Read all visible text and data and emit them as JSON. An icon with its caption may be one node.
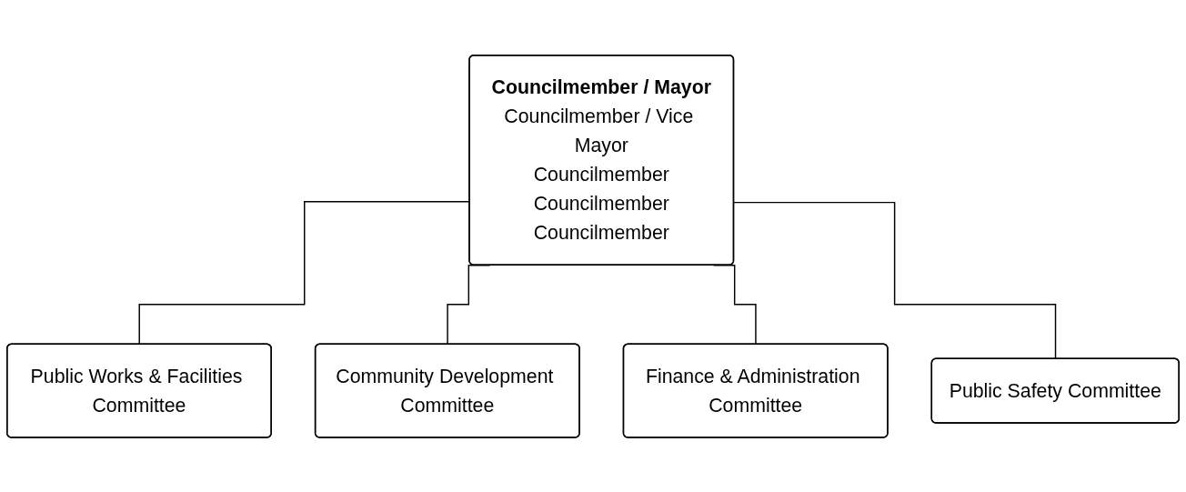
{
  "diagram": {
    "nodes": [
      {
        "text": [
          "Councilmember / Mayor",
          "Councilmember / Vice Mayor",
          "Councilmember",
          "Councilmember",
          "Councilmember"
        ]
      },
      {
        "text": [
          "Public Works & Facilities Committee"
        ]
      },
      {
        "text": [
          "Community Development Committee"
        ]
      },
      {
        "text": [
          "Finance & Administration Committee"
        ]
      },
      {
        "text": [
          "Public Safety Committee"
        ]
      }
    ],
    "edges": [
      {
        "from": 0,
        "to": 1,
        "arrow": "none"
      },
      {
        "from": 0,
        "to": 2,
        "arrow": "none"
      },
      {
        "from": 0,
        "to": 3,
        "arrow": "none"
      },
      {
        "from": 0,
        "to": 4,
        "arrow": "none"
      }
    ]
  }
}
